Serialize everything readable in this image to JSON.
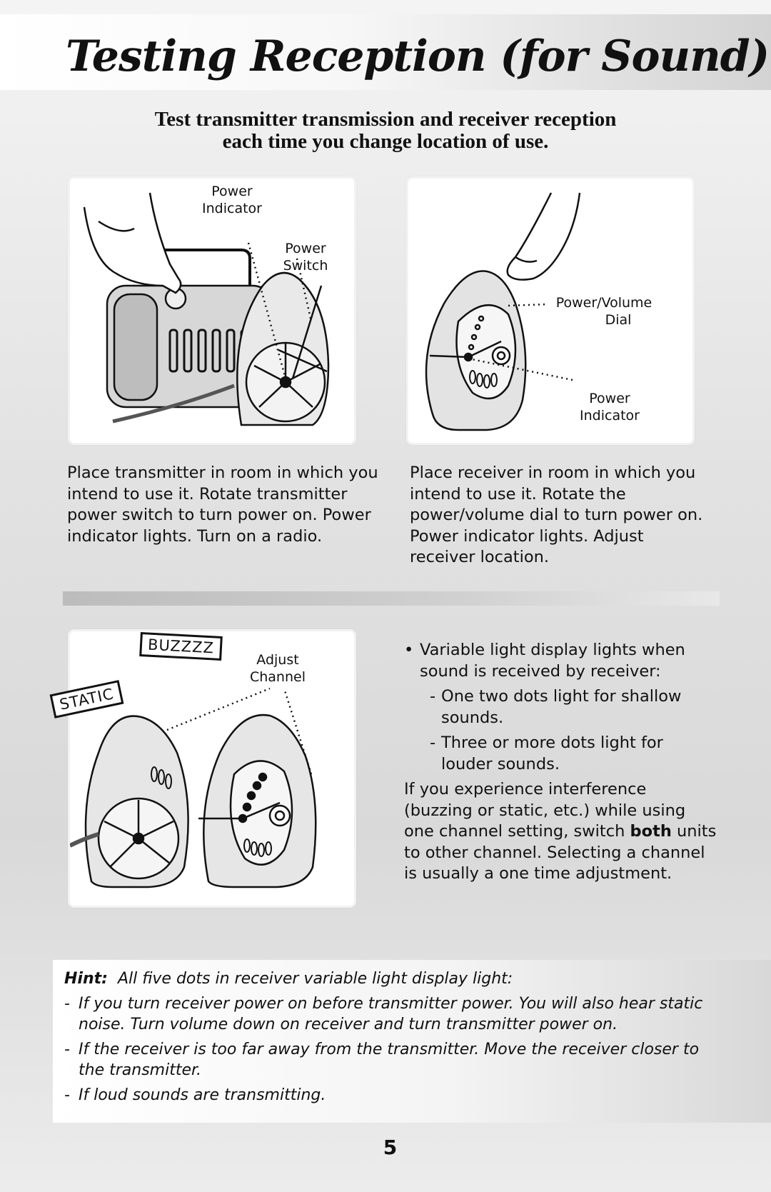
{
  "title": "Testing Reception (for Sound)",
  "subtitle": {
    "line1": "Test transmitter transmission and receiver reception",
    "line2": "each time you change location of use."
  },
  "figure1": {
    "power_indicator": [
      "Power",
      "Indicator"
    ],
    "power_switch": [
      "Power",
      "Switch"
    ],
    "caption": "Place transmitter in room in which you intend to use it. Rotate transmitter power switch to turn power on. Power indicator lights. Turn on a radio."
  },
  "figure2": {
    "power_volume_dial": [
      "Power/Volume",
      "Dial"
    ],
    "power_indicator": [
      "Power",
      "Indicator"
    ],
    "caption": "Place receiver in room in which you intend to use it. Rotate the power/volume dial to turn power on. Power indicator lights. Adjust receiver location."
  },
  "figure3": {
    "buzz_tag": "BUZZZZ",
    "static_tag": "STATIC",
    "adjust_channel": [
      "Adjust",
      "Channel"
    ]
  },
  "display_info": {
    "bullet": "Variable light display lights when sound is received by receiver:",
    "sub1": "One two dots light for shallow sounds.",
    "sub2": "Three or more dots light for louder sounds.",
    "para_before_bold": "If you experience interference (buzzing or static, etc.) while using one channel setting, switch ",
    "para_bold": "both",
    "para_after_bold": " units to other channel. Selecting a channel is usually a one time adjustment."
  },
  "hint": {
    "label": "Hint:",
    "intro": "All five dots in receiver variable light display light:",
    "items": [
      "If you turn receiver power on before transmitter power. You will also hear static noise. Turn volume down on receiver and turn transmitter power on.",
      "If the receiver is too far away from the transmitter. Move the receiver closer to the transmitter.",
      "If loud sounds are transmitting."
    ]
  },
  "page_number": "5"
}
